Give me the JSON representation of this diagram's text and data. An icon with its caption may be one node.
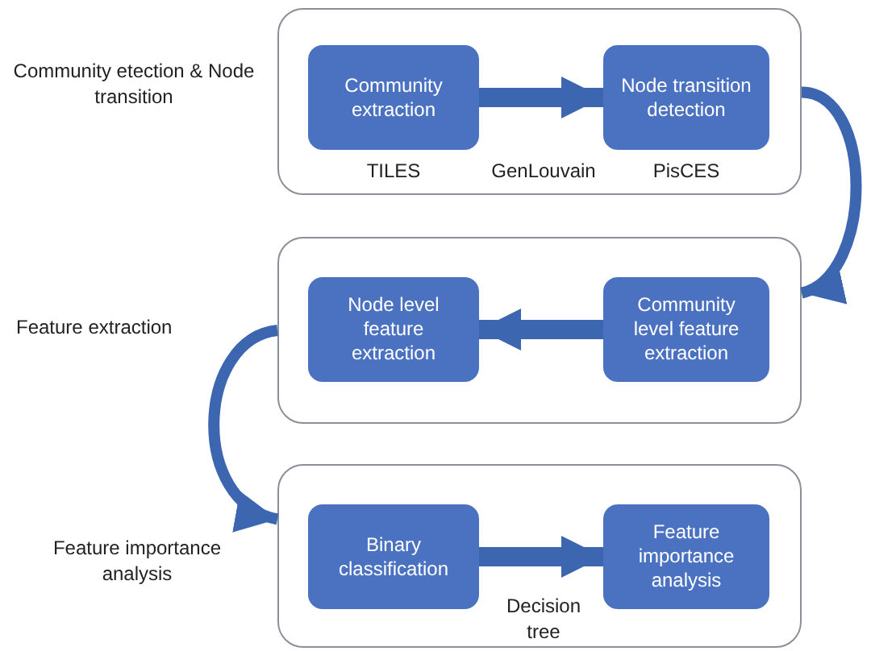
{
  "diagram": {
    "nodes": [
      {
        "text": [],
        "shape": "box"
      },
      {
        "text": [
          "Community extraction"
        ],
        "in": 0,
        "beside": [
          "TILES"
        ]
      },
      {
        "text": [
          "Node transition detection"
        ],
        "in": 0,
        "beside": [
          "PisCES"
        ]
      },
      {
        "text": [],
        "shape": "box"
      },
      {
        "text": [
          "Node level feature extraction"
        ],
        "in": 3
      },
      {
        "text": [
          "Community level feature extraction"
        ],
        "in": 3
      },
      {
        "text": [],
        "shape": "box"
      },
      {
        "text": [
          "Binary classification"
        ],
        "in": 6
      },
      {
        "text": [
          "Feature importance analysis"
        ],
        "in": 6
      }
    ],
    "edges": [
      {
        "from": 1,
        "to": 2,
        "arrow": "to",
        "label": "GenLouvain"
      },
      {
        "from": 0,
        "to": 3,
        "arrow": "to"
      },
      {
        "from": 5,
        "to": 4,
        "arrow": "to"
      },
      {
        "from": 3,
        "to": 6,
        "arrow": "to"
      },
      {
        "from": 7,
        "to": 8,
        "arrow": "to",
        "label": "Decision tree"
      }
    ],
    "labels": [
      "Community etection & Node transition",
      "Feature extraction",
      "Feature importance analysis"
    ]
  }
}
